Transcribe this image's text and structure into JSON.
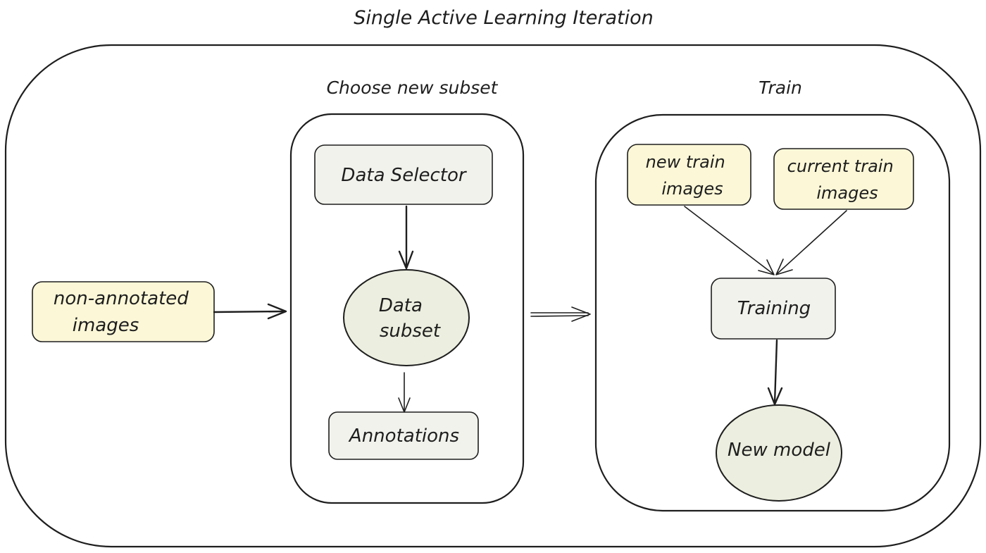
{
  "diagram": {
    "title": "Single Active Learning Iteration",
    "sections": {
      "choose": {
        "label": "Choose new subset"
      },
      "train": {
        "label": "Train"
      }
    },
    "nodes": {
      "non_annotated": {
        "lines": [
          "non-annotated",
          "images"
        ],
        "fill": "#fbf7d7"
      },
      "data_selector": {
        "lines": [
          "Data Selector"
        ],
        "fill": "#f1f2ec"
      },
      "data_subset": {
        "lines": [
          "Data",
          "subset"
        ],
        "fill": "#eceedf"
      },
      "annotations": {
        "lines": [
          "Annotations"
        ],
        "fill": "#f1f2ec"
      },
      "new_train": {
        "lines": [
          "new train",
          "images"
        ],
        "fill": "#fbf7d7"
      },
      "current_train": {
        "lines": [
          "current train",
          "images"
        ],
        "fill": "#fbf7d7"
      },
      "training": {
        "lines": [
          "Training"
        ],
        "fill": "#f1f2ec"
      },
      "new_model": {
        "lines": [
          "New model"
        ],
        "fill": "#eceedf"
      }
    },
    "edges": [
      {
        "from": "non_annotated",
        "to": "choose"
      },
      {
        "from": "data_selector",
        "to": "data_subset"
      },
      {
        "from": "data_subset",
        "to": "annotations"
      },
      {
        "from": "choose",
        "to": "train"
      },
      {
        "from": "new_train",
        "to": "training"
      },
      {
        "from": "current_train",
        "to": "training"
      },
      {
        "from": "training",
        "to": "new_model"
      }
    ]
  }
}
